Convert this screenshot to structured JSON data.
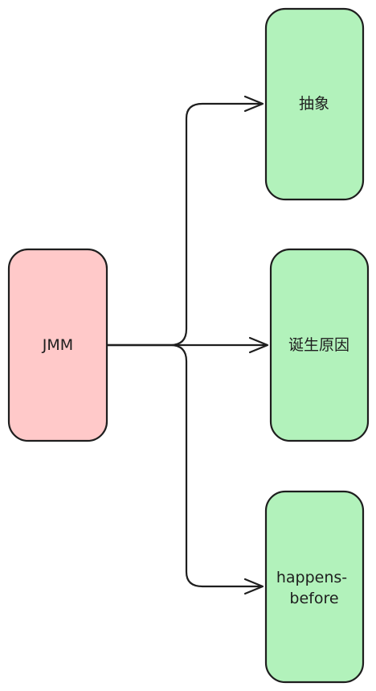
{
  "diagram": {
    "root": {
      "label": "JMM",
      "fill": "#ffc9c9"
    },
    "children": [
      {
        "label_lines": [
          "抽象"
        ],
        "fill": "#b2f2bb"
      },
      {
        "label_lines": [
          "诞生原因"
        ],
        "fill": "#b2f2bb"
      },
      {
        "label_lines": [
          "happens-",
          "before"
        ],
        "fill": "#b2f2bb"
      }
    ],
    "stroke_color": "#1e1e1e"
  }
}
